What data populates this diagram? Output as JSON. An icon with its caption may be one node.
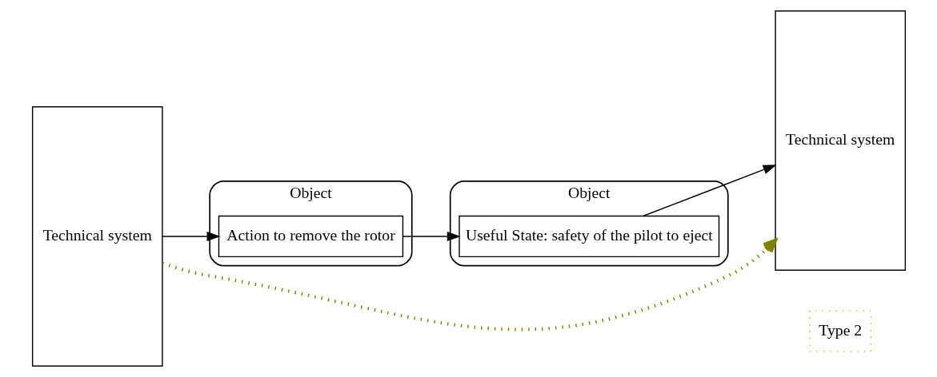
{
  "diagram": {
    "nodes": [
      {
        "text": [
          "Technical system"
        ]
      },
      {
        "text": [
          "Object"
        ]
      },
      {
        "text": [
          "Action to remove the rotor"
        ],
        "in": 1
      },
      {
        "text": [
          "Object"
        ]
      },
      {
        "text": [
          "Useful State: safety of the pilot to eject"
        ],
        "in": 3
      },
      {
        "text": [
          "Technical system"
        ]
      },
      {
        "text": [
          "Type 2"
        ]
      }
    ],
    "edges": [
      {
        "from": 0,
        "to": 2,
        "arrow": "to"
      },
      {
        "from": 2,
        "to": 4,
        "arrow": "to"
      },
      {
        "from": 4,
        "to": 5,
        "arrow": "to"
      },
      {
        "from": 0,
        "to": 5,
        "arrow": "to",
        "style": "dashed",
        "color": "#808000"
      }
    ]
  }
}
